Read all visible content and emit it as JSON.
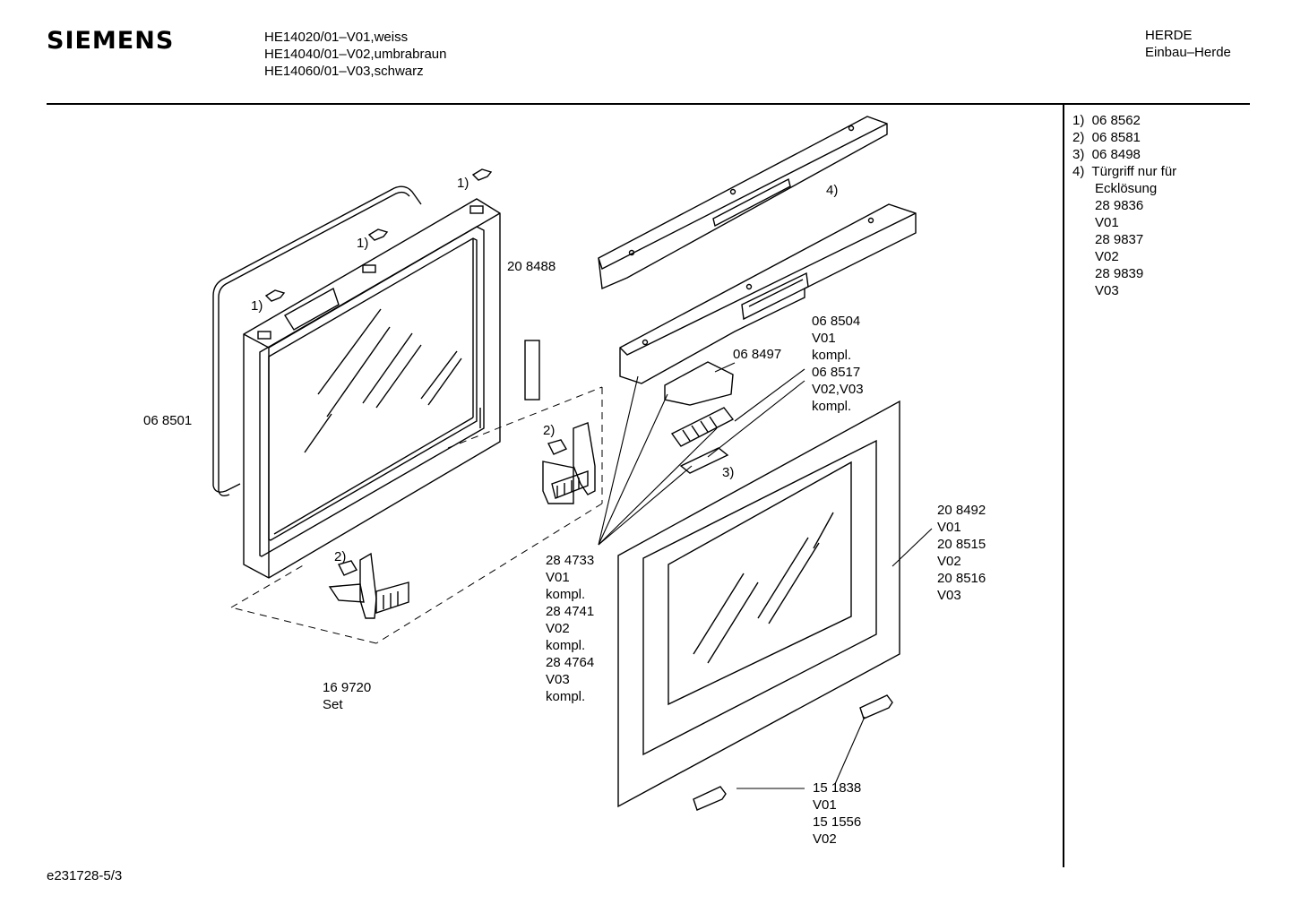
{
  "header": {
    "brand": "SIEMENS",
    "models": [
      "HE14020/01–V01,weiss",
      "HE14040/01–V02,umbrabraun",
      "HE14060/01–V03,schwarz"
    ],
    "category": "HERDE",
    "subcategory": "Einbau–Herde"
  },
  "legend": [
    "1)  06 8562",
    "2)  06 8581",
    "3)  06 8498",
    "4)  Türgriff nur für",
    "      Ecklösung",
    "      28 9836",
    "      V01",
    "      28 9837",
    "      V02",
    "      28 9839",
    "      V03"
  ],
  "labels": {
    "hinge_clip_1a": "1)",
    "hinge_clip_1b": "1)",
    "hinge_clip_1c": "1)",
    "inner_door": "20 8488",
    "gasket": "06 8501",
    "hinge_2_upper": "2)",
    "hinge_2_lower": "2)",
    "hinge_set": [
      "16 9720",
      "Set"
    ],
    "handle_4": "4)",
    "cover_part": "06 8497",
    "handle_parts": [
      "06 8504",
      "V01",
      "kompl.",
      "06 8517",
      "V02,V03",
      "kompl."
    ],
    "seal_3": "3)",
    "hinge_parts": [
      "28 4733",
      "V01",
      "kompl.",
      "28 4741",
      "V02",
      "kompl.",
      "28 4764",
      "V03",
      "kompl."
    ],
    "outer_glass": [
      "20 8492",
      "V01",
      "20 8515",
      "V02",
      "20 8516",
      "V03"
    ],
    "glass_clips": [
      "15 1838",
      "V01",
      "15 1556",
      "V02"
    ]
  },
  "footer": {
    "doc_code": "e231728-5/3"
  }
}
